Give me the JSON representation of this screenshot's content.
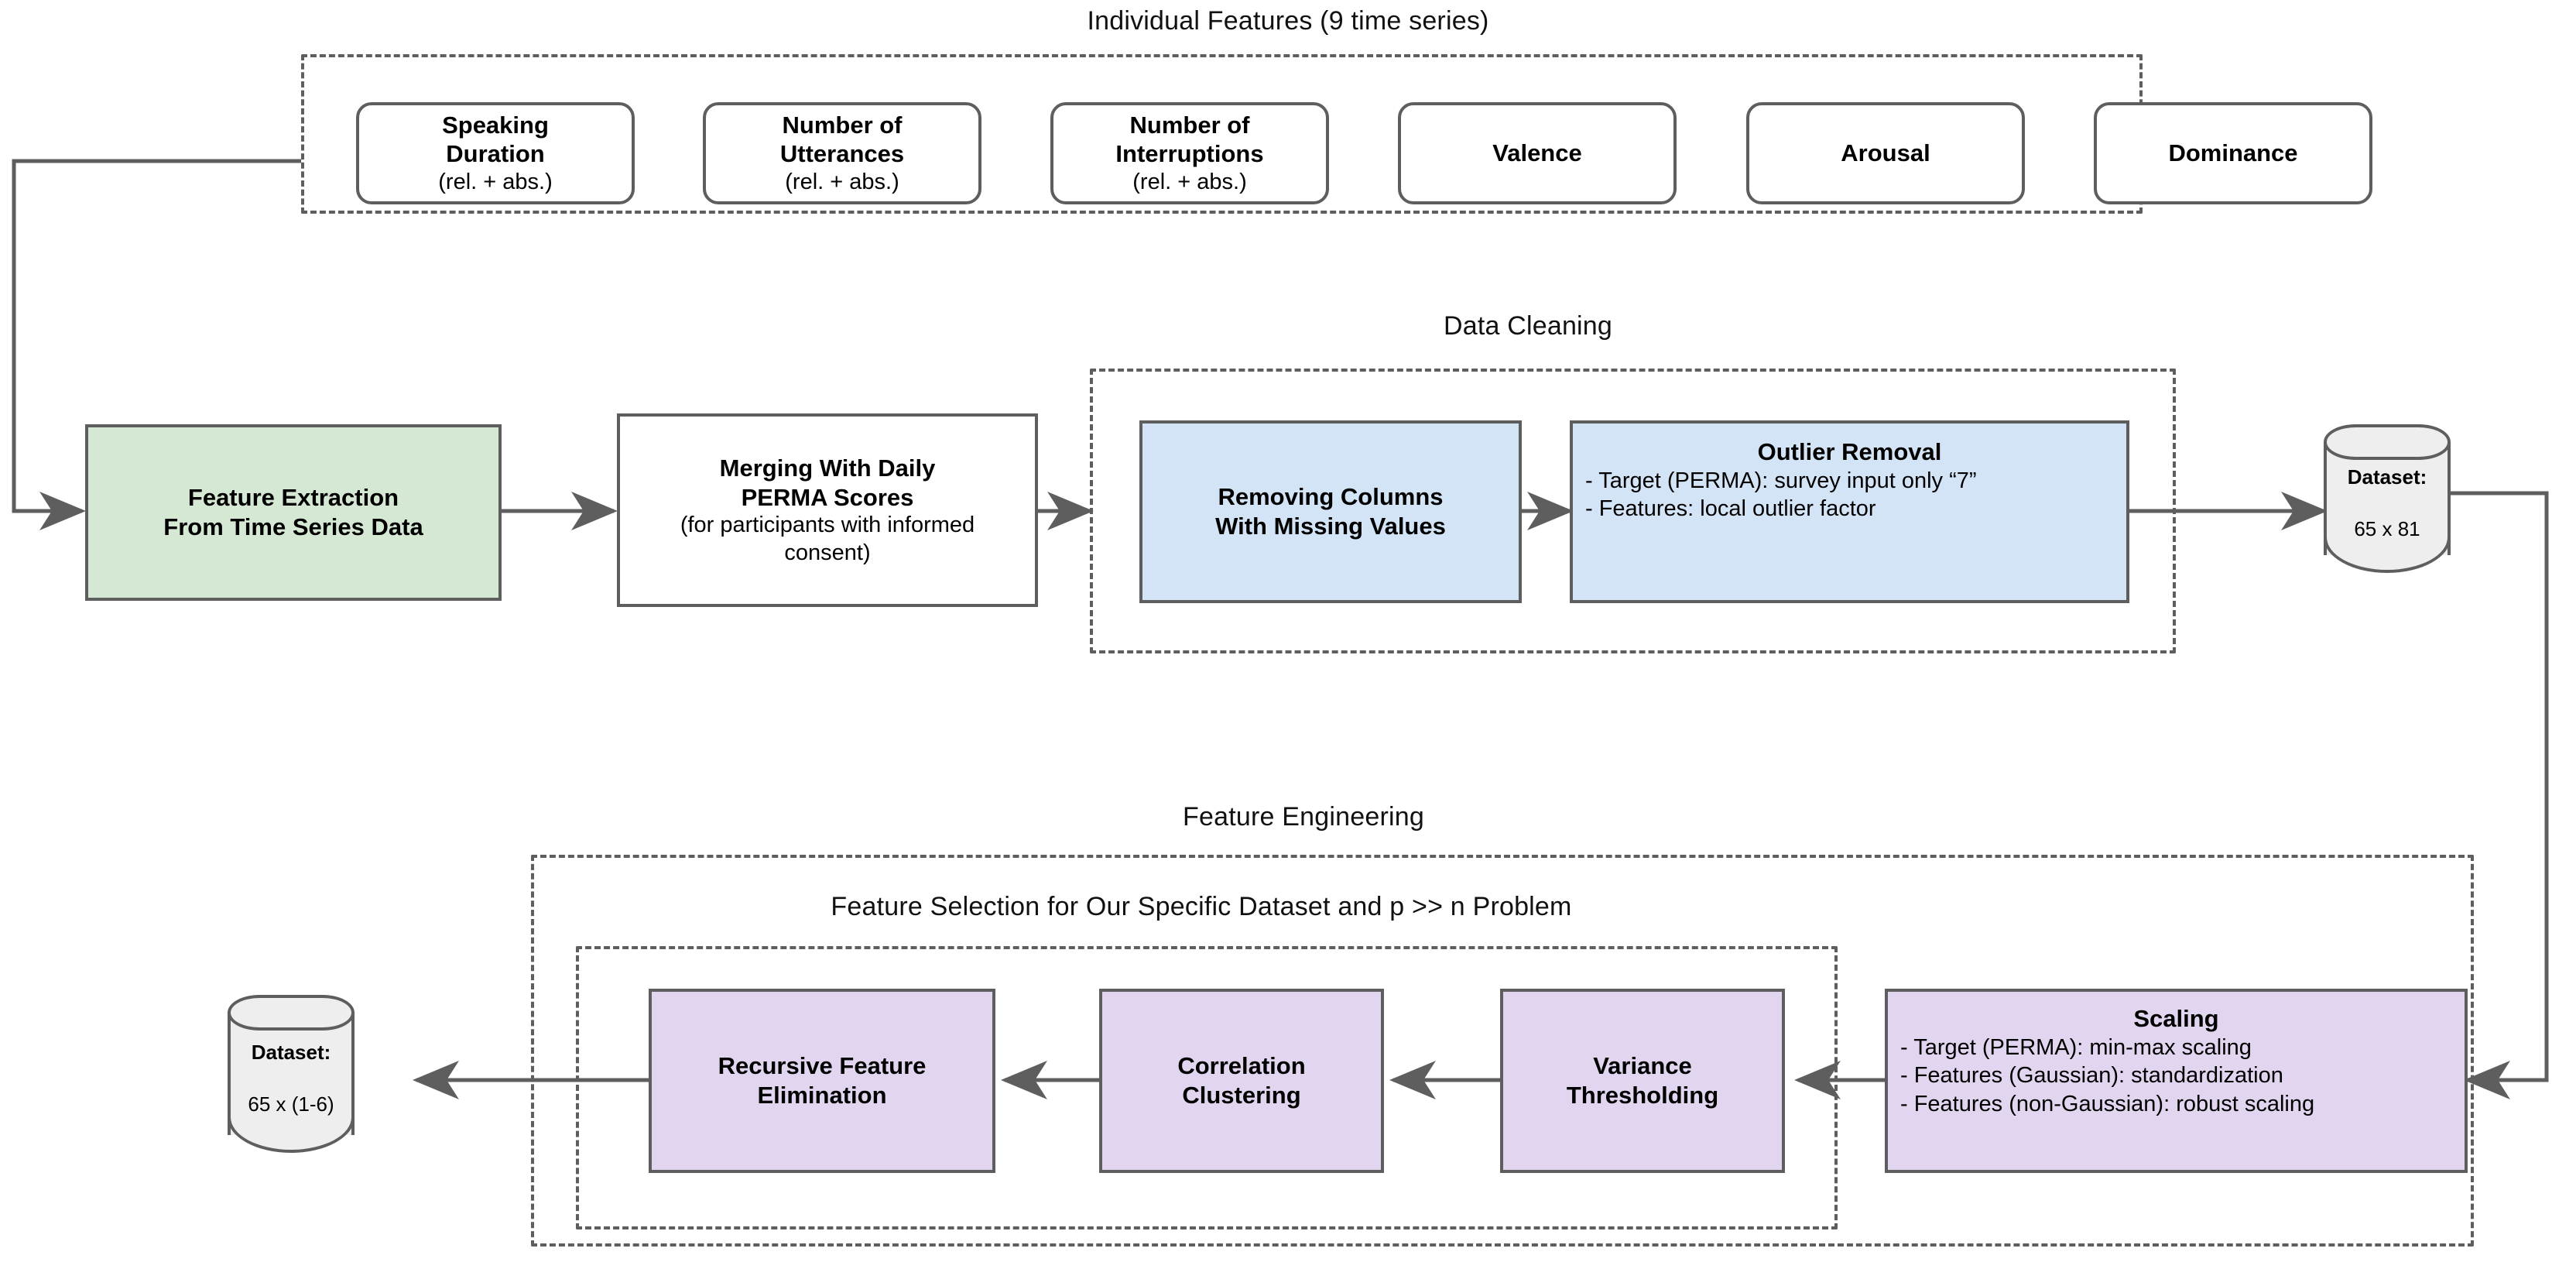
{
  "groups": {
    "individual_features": {
      "title": "Individual Features (9 time series)",
      "features": [
        {
          "name": "Speaking Duration",
          "line1": "Speaking",
          "line2": "Duration",
          "sub": "(rel. + abs.)"
        },
        {
          "name": "Number of Utterances",
          "line1": "Number of",
          "line2": "Utterances",
          "sub": "(rel. + abs.)"
        },
        {
          "name": "Number of Interruptions",
          "line1": "Number of",
          "line2": "Interruptions",
          "sub": "(rel. + abs.)"
        },
        {
          "name": "Valence",
          "line1": "Valence",
          "line2": "",
          "sub": ""
        },
        {
          "name": "Arousal",
          "line1": "Arousal",
          "line2": "",
          "sub": ""
        },
        {
          "name": "Dominance",
          "line1": "Dominance",
          "line2": "",
          "sub": ""
        }
      ]
    },
    "data_cleaning": {
      "title": "Data Cleaning",
      "removing_columns": {
        "line1": "Removing Columns",
        "line2": "With Missing Values"
      },
      "outlier_removal": {
        "title": "Outlier Removal",
        "bullets": [
          "- Target (PERMA): survey input only “7”",
          "- Features: local outlier factor"
        ]
      }
    },
    "feature_engineering": {
      "title": "Feature Engineering",
      "feature_selection_title": "Feature Selection for Our Specific Dataset and p >> n Problem",
      "steps": [
        {
          "line1": "Recursive Feature",
          "line2": "Elimination"
        },
        {
          "line1": "Correlation",
          "line2": "Clustering"
        },
        {
          "line1": "Variance",
          "line2": "Thresholding"
        }
      ],
      "scaling": {
        "title": "Scaling",
        "bullets": [
          "- Target (PERMA): min-max scaling",
          "- Features (Gaussian): standardization",
          "- Features (non-Gaussian): robust scaling"
        ]
      }
    }
  },
  "nodes": {
    "feature_extraction": {
      "line1": "Feature Extraction",
      "line2": "From Time Series Data"
    },
    "merging": {
      "line1": "Merging With Daily",
      "line2": "PERMA Scores",
      "sub1": "(for participants with informed",
      "sub2": "consent)"
    }
  },
  "datasets": {
    "after_cleaning": {
      "label": "Dataset:",
      "shape": "65 x 81"
    },
    "final": {
      "label": "Dataset:",
      "shape": "65 x (1-6)"
    }
  },
  "colors": {
    "green_fill": "#d5e8d4",
    "blue_fill": "#d4e4f7",
    "purple_fill": "#e1d5ef",
    "stroke": "#5e5e5e",
    "cylinder_fill": "#eeeeee"
  }
}
